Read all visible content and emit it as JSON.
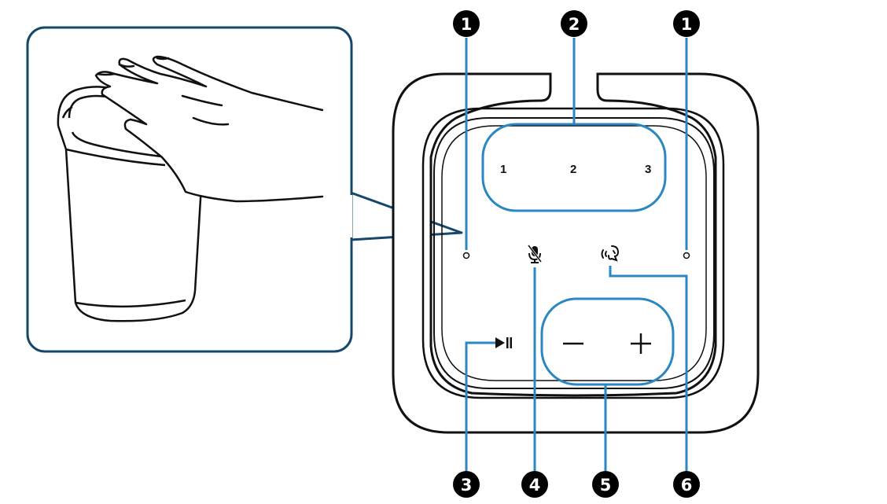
{
  "colors": {
    "accent": "#2b87c1",
    "inset_frame": "#14476b",
    "outline": "#111111",
    "callout_fill": "#000000",
    "callout_text": "#ffffff"
  },
  "preset_buttons": {
    "preset_1": "1",
    "preset_2": "2",
    "preset_3": "3"
  },
  "icons": {
    "play_pause": "play-pause-icon",
    "mic_mute": "microphone-mute-icon",
    "voice_assistant": "voice-assistant-icon",
    "volume_down": "minus-icon",
    "volume_up": "plus-icon"
  },
  "callouts": {
    "mic_left": "1",
    "presets": "2",
    "mic_right": "1",
    "play_pause": "3",
    "mic_mute": "4",
    "volume": "5",
    "voice": "6"
  }
}
